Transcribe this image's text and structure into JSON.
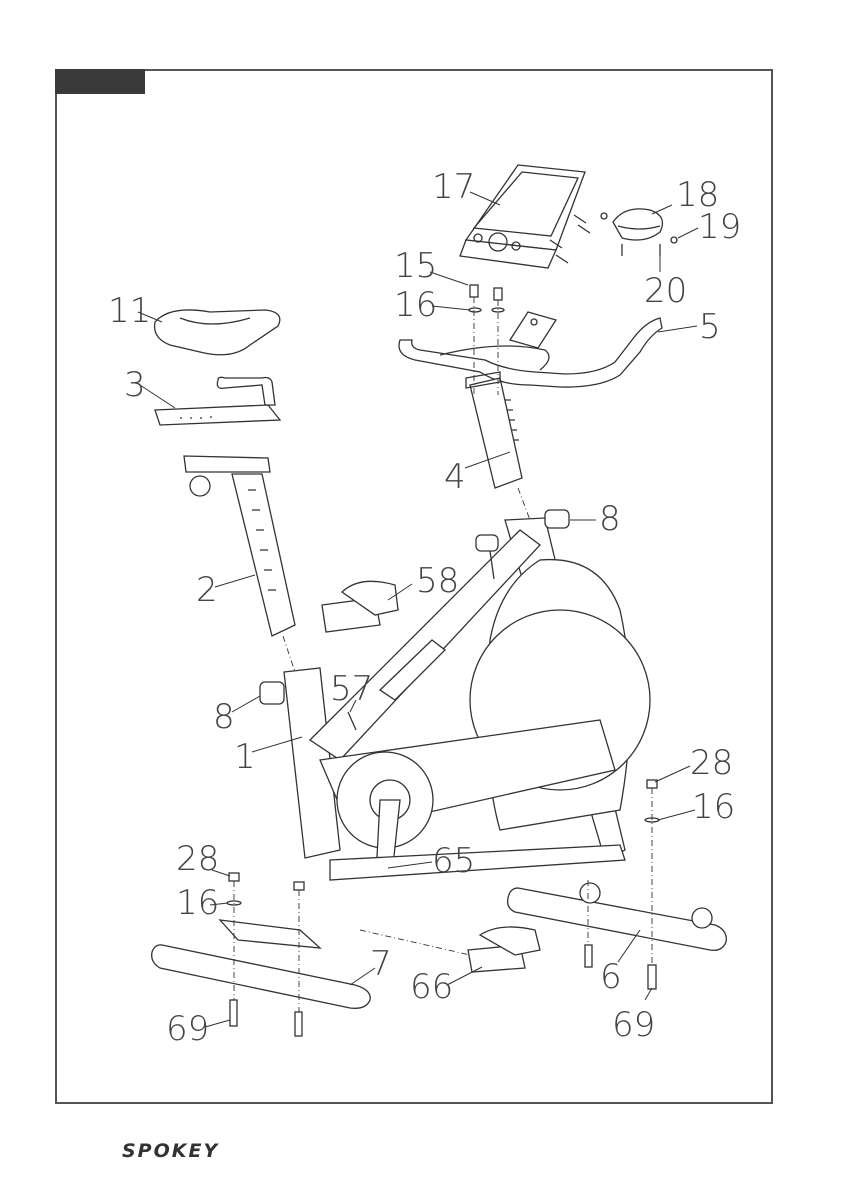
{
  "page": {
    "tab_label": ""
  },
  "brand": {
    "logo_text": "SPOKEY"
  },
  "callouts": {
    "c17": "17",
    "c18": "18",
    "c19": "19",
    "c20": "20",
    "c15": "15",
    "c16a": "16",
    "c5": "5",
    "c11": "11",
    "c3": "3",
    "c4": "4",
    "c8a": "8",
    "c58": "58",
    "c2": "2",
    "c57": "57",
    "c8b": "8",
    "c1": "1",
    "c28a": "28",
    "c16b": "16",
    "c65": "65",
    "c28b": "28",
    "c16c": "16",
    "c7": "7",
    "c66": "66",
    "c6": "6",
    "c69a": "69",
    "c69b": "69"
  }
}
